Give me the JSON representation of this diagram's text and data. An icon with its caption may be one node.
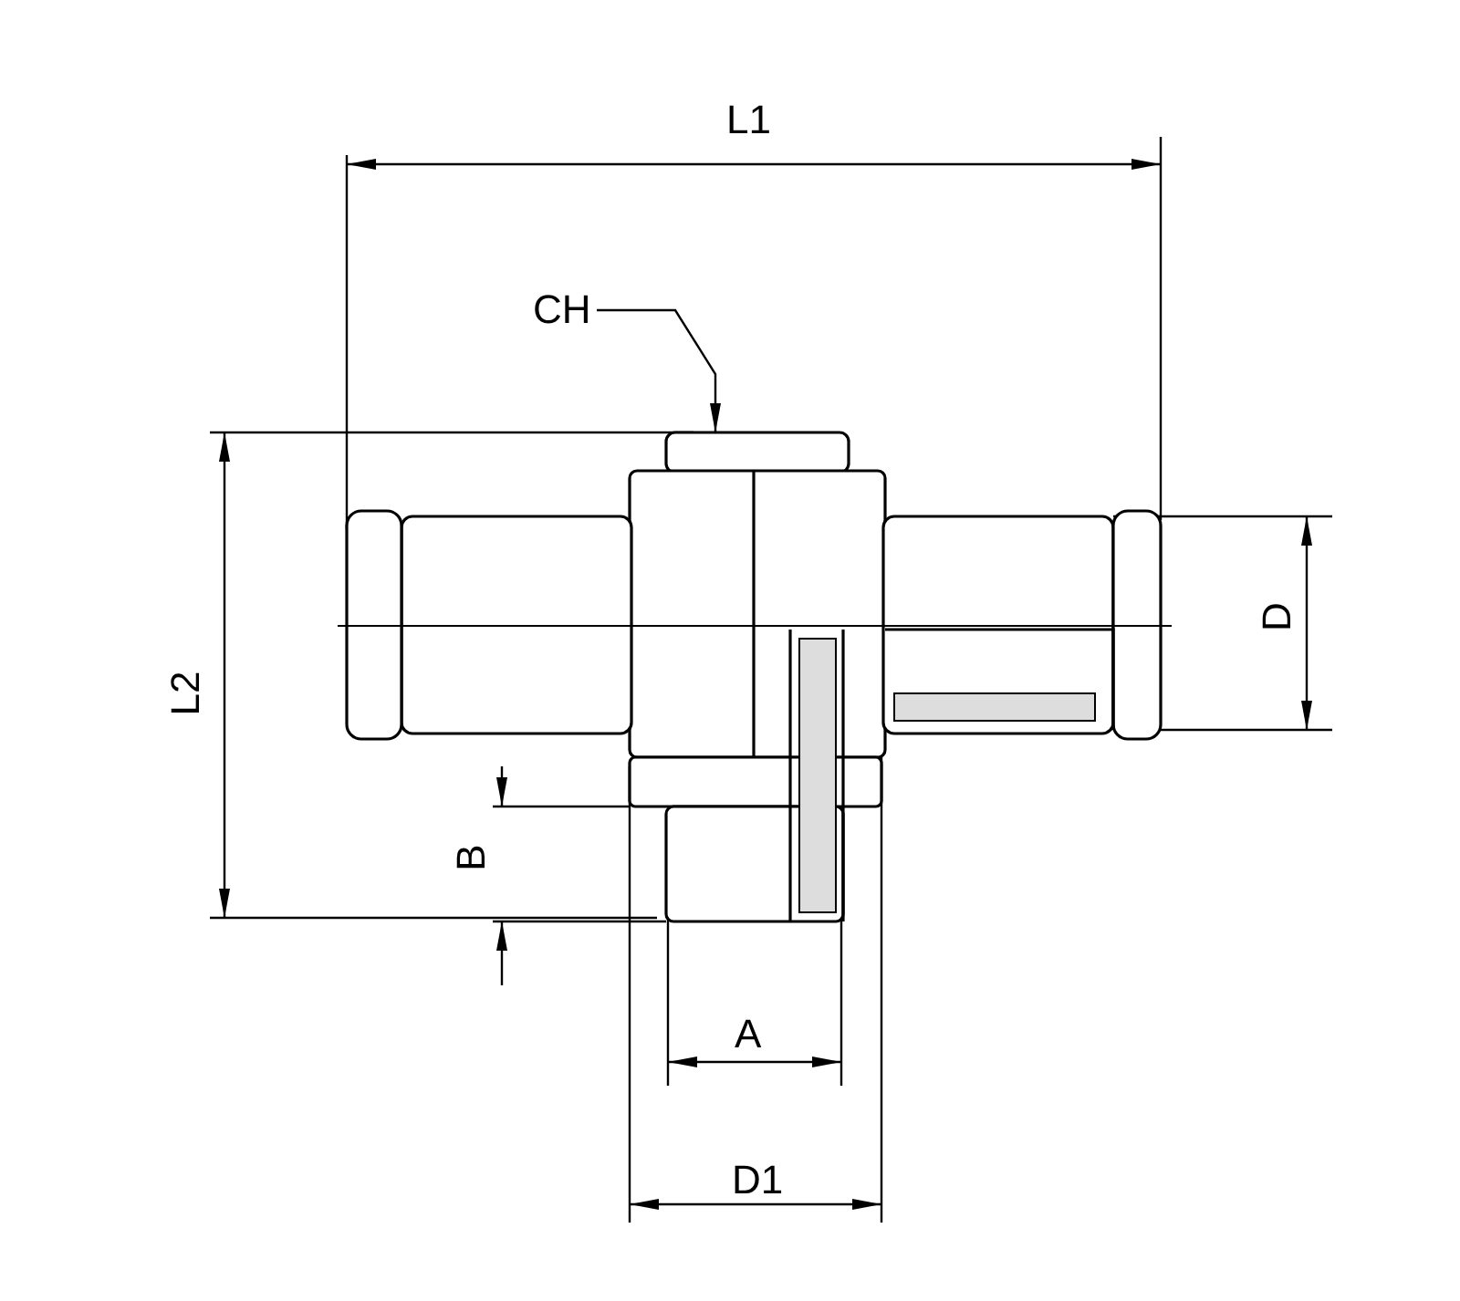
{
  "diagram": {
    "nodes": [
      {
        "text": [
          "CH"
        ]
      },
      {
        "text": [],
        "shape": "picture"
      }
    ],
    "edges": [
      {
        "from": 0,
        "to": 1,
        "arrow": "to"
      }
    ],
    "labels": [
      "L1",
      "L2",
      "D",
      "B",
      "A",
      "D1"
    ]
  }
}
